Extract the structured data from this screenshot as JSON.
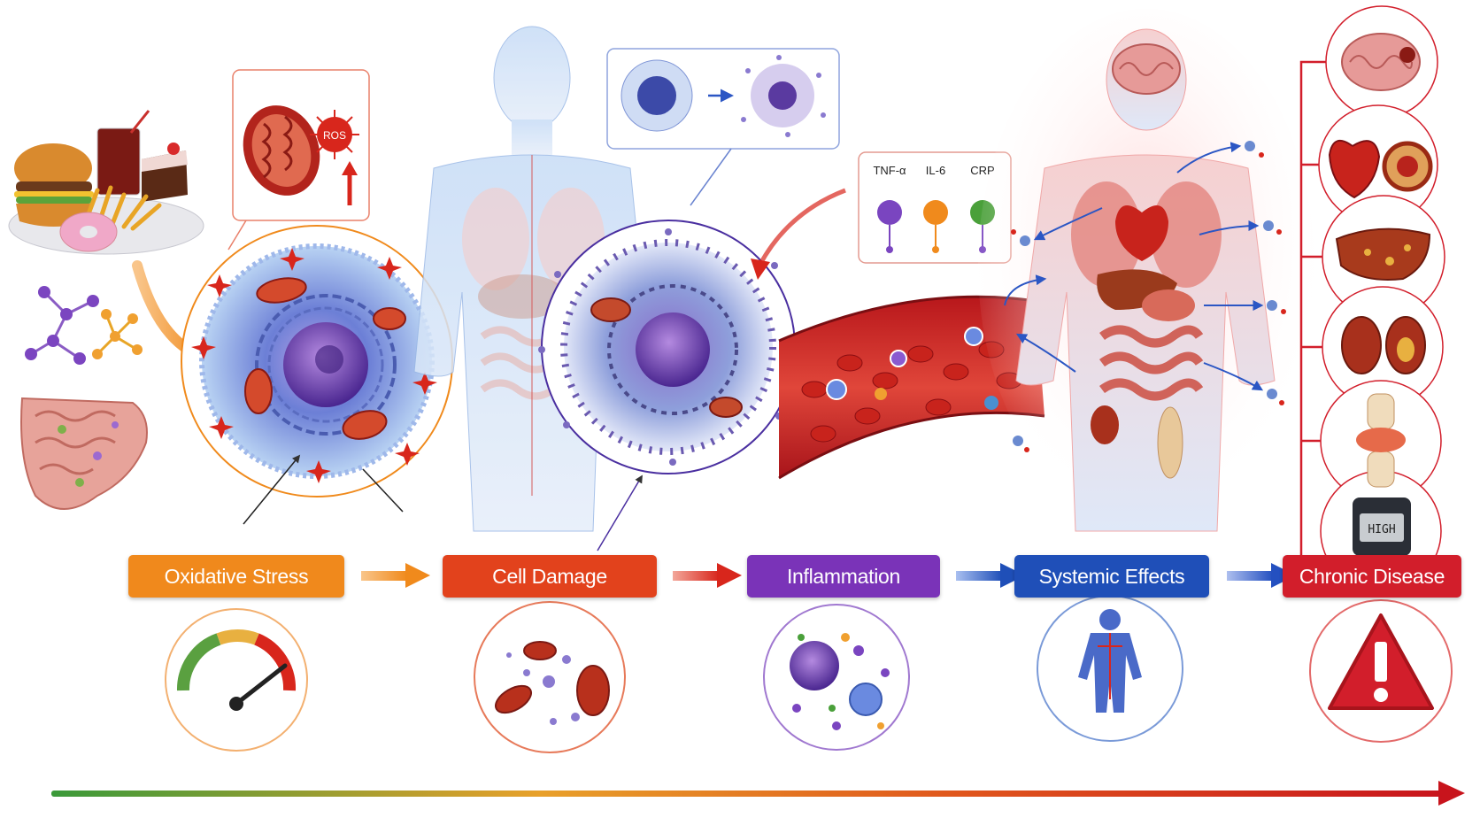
{
  "stages": [
    {
      "label": "Oxidative Stress",
      "color": "#f0891c"
    },
    {
      "label": "Cell Damage",
      "color": "#e2421c"
    },
    {
      "label": "Inflammation",
      "color": "#7a33b8"
    },
    {
      "label": "Systemic Effects",
      "color": "#1f4fb8"
    },
    {
      "label": "Chronic Disease",
      "color": "#d21e2b"
    }
  ],
  "ros_label": "ROS",
  "cytokines": [
    "TNF-α",
    "IL-6",
    "CRP"
  ],
  "glucose_meter_label": "HIGH",
  "icons": [
    "food-icon",
    "molecule-icon",
    "intestine-icon",
    "mitochondria-icon",
    "cell-icon",
    "human-body-icon",
    "blood-vessel-icon",
    "brain-icon",
    "heart-icon",
    "liver-icon",
    "kidney-icon",
    "joint-icon",
    "glucose-meter-icon",
    "gauge-icon",
    "warning-icon"
  ]
}
